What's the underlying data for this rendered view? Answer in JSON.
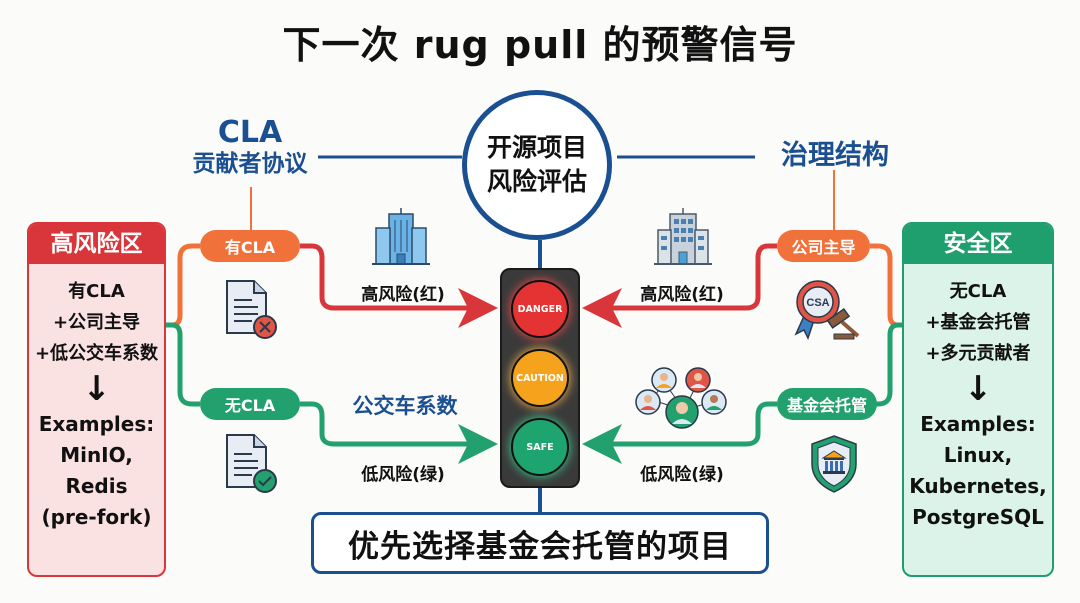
{
  "title": "下一次 rug pull 的预警信号",
  "center": {
    "line1": "开源项目",
    "line2": "风险评估"
  },
  "headings": {
    "cla_main": "CLA",
    "cla_sub": "贡献者协议",
    "governance": "治理结构",
    "bus_factor": "公交车系数"
  },
  "high_risk_zone": {
    "header": "高风险区",
    "conditions": [
      "有CLA",
      "+公司主导",
      "+低公交车系数"
    ],
    "arrow": "↓",
    "examples": [
      "Examples:",
      "MinIO,",
      "Redis",
      "(pre-fork)"
    ],
    "color": "#d9363b"
  },
  "safe_zone": {
    "header": "安全区",
    "conditions": [
      "无CLA",
      "+基金会托管",
      "+多元贡献者"
    ],
    "arrow": "↓",
    "examples": [
      "Examples:",
      "Linux,",
      "Kubernetes,",
      "PostgreSQL"
    ],
    "color": "#1f9e6e"
  },
  "left_branches": {
    "has_cla": "有CLA",
    "no_cla": "无CLA",
    "high_label": "高风险(红)",
    "low_label": "低风险(绿)"
  },
  "right_branches": {
    "company_led": "公司主导",
    "foundation": "基金会托管",
    "high_label": "高风险(红)",
    "low_label": "低风险(绿)"
  },
  "traffic_light": {
    "red": "DANGER",
    "yellow": "CAUTION",
    "green": "SAFE"
  },
  "icons": {
    "company_building_left": "office-building-icon",
    "company_building_right": "office-building-icon",
    "document_rejected": "document-x-icon",
    "document_approved": "document-check-icon",
    "csa_badge": "CSA",
    "contributors": "contributors-network-icon",
    "foundation_shield": "shield-bank-icon"
  },
  "conclusion": "优先选择基金会托管的项目",
  "colors": {
    "navy": "#1a4f92",
    "red": "#d9363b",
    "orange": "#f0713a",
    "green": "#22a06e"
  }
}
